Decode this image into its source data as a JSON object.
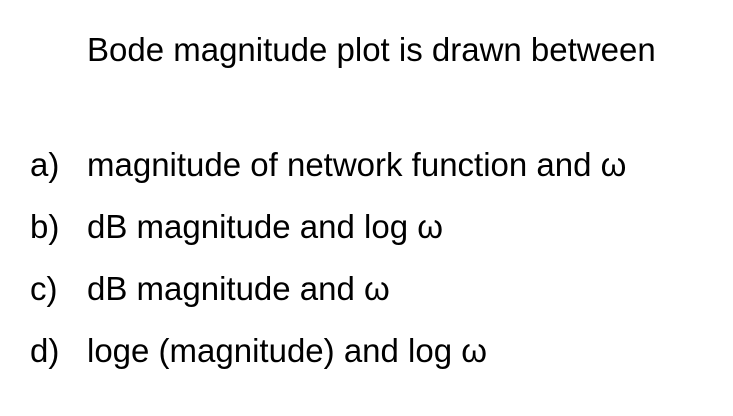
{
  "question": {
    "text": "Bode magnitude plot is drawn between"
  },
  "options": [
    {
      "letter": "a)",
      "text": "magnitude of network function and ω"
    },
    {
      "letter": "b)",
      "text": "dB magnitude and log ω"
    },
    {
      "letter": "c)",
      "text": "dB magnitude and ω"
    },
    {
      "letter": "d)",
      "text": "loge (magnitude) and log ω"
    }
  ]
}
